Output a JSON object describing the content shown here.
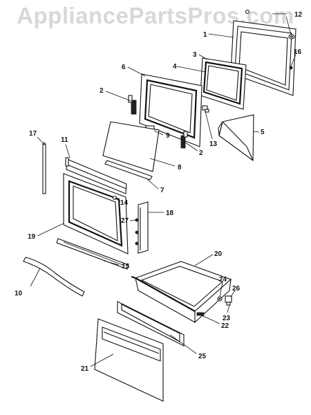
{
  "watermark": "AppliancePartsPros.com",
  "callouts": [
    "1",
    "2",
    "2",
    "3",
    "4",
    "5",
    "6",
    "7",
    "8",
    "9",
    "10",
    "11",
    "12",
    "13",
    "14",
    "15",
    "16",
    "17",
    "18",
    "19",
    "20",
    "21",
    "22",
    "23",
    "24",
    "25",
    "26",
    "27"
  ]
}
